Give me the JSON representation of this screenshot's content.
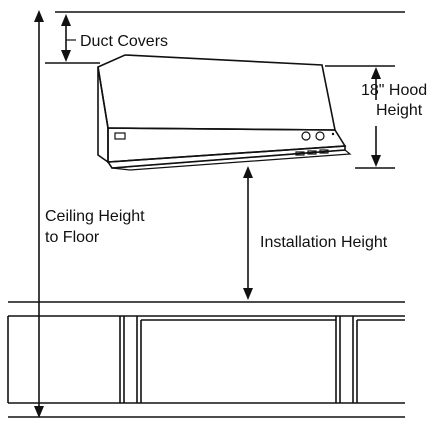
{
  "labels": {
    "duct_covers": "Duct Covers",
    "hood_height_line1": "18\" Hood",
    "hood_height_line2": "Height",
    "ceiling_line1": "Ceiling Height",
    "ceiling_line2": "to Floor",
    "installation_height": "Installation Height"
  },
  "colors": {
    "line": "#111111",
    "background": "#ffffff"
  },
  "icons": {
    "arrow": "arrowhead",
    "hood": "range-hood"
  }
}
